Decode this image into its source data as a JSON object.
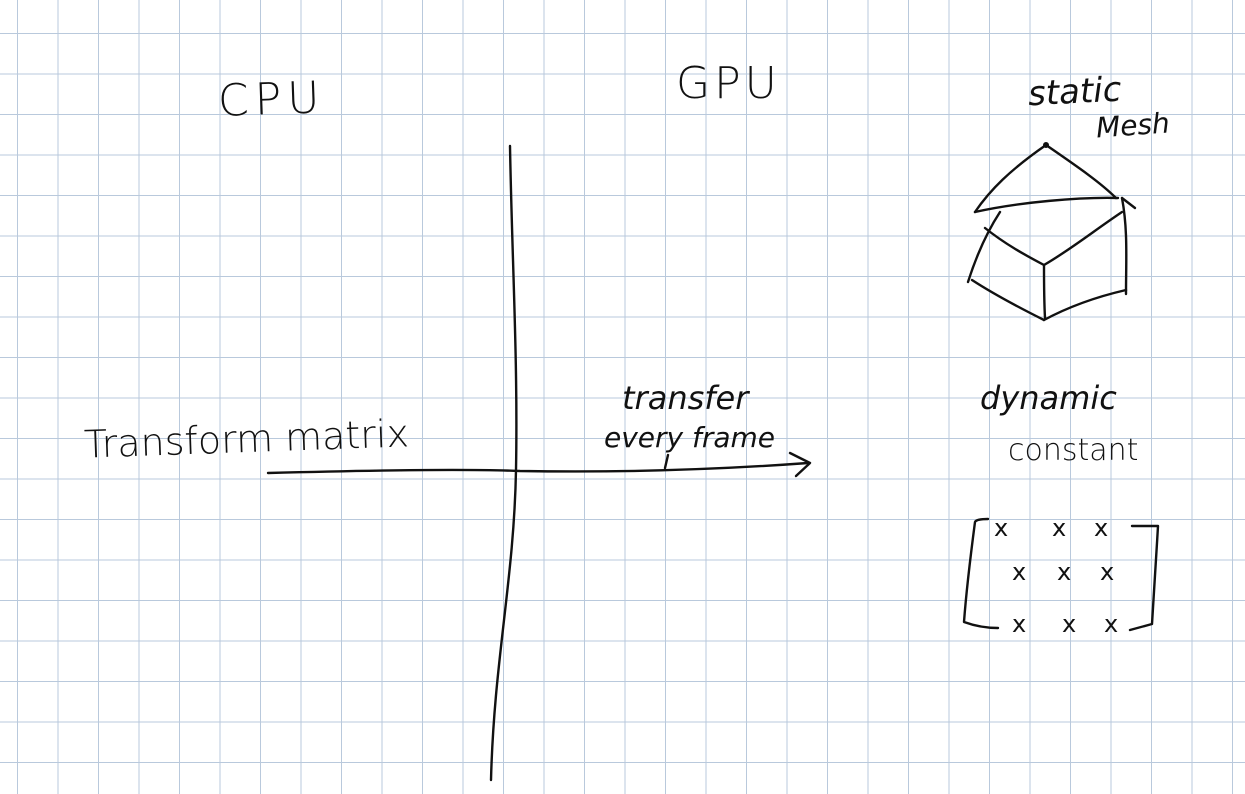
{
  "labels": {
    "cpu": "CPU",
    "gpu": "GPU",
    "static": "static",
    "mesh": "Mesh",
    "transform_matrix": "Transform matrix",
    "transfer": "transfer",
    "every_frame": "every frame",
    "dynamic": "dynamic",
    "constant": "constant"
  },
  "matrix": {
    "rows": [
      [
        "x",
        "x",
        "x"
      ],
      [
        "x",
        "x",
        "x"
      ],
      [
        "x",
        "x",
        "x"
      ]
    ]
  },
  "colors": {
    "ink": "#111111",
    "grid": "#b9c9dc",
    "paper": "#ffffff"
  }
}
